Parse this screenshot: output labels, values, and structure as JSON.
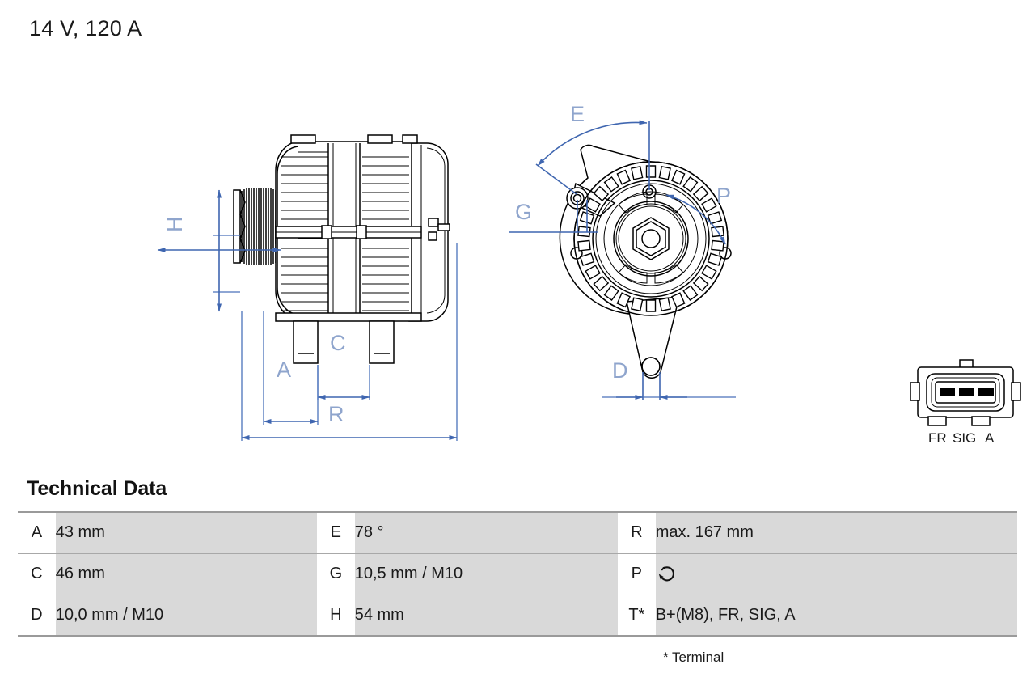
{
  "product": {
    "title": "14 V, 120 A"
  },
  "technical_data": {
    "heading": "Technical Data",
    "footnote": "* Terminal",
    "rows": [
      {
        "col1_key": "A",
        "col1_value": "43 mm",
        "col2_key": "E",
        "col2_value": "78 °",
        "col3_key": "R",
        "col3_value": "max. 167 mm"
      },
      {
        "col1_key": "C",
        "col1_value": "46 mm",
        "col2_key": "G",
        "col2_value": "10,5 mm / M10",
        "col3_key": "P",
        "col3_value": ""
      },
      {
        "col1_key": "D",
        "col1_value": "10,0 mm / M10",
        "col2_key": "H",
        "col2_value": "54 mm",
        "col3_key": "T*",
        "col3_value": "B+(M8), FR, SIG, A"
      }
    ]
  },
  "drawing": {
    "side_view": {
      "dimension_labels": {
        "H": "H",
        "C": "C",
        "A": "A",
        "R": "R"
      }
    },
    "front_view": {
      "dimension_labels": {
        "E": "E",
        "G": "G",
        "P": "P",
        "D": "D"
      }
    },
    "connector": {
      "pins": [
        "FR",
        "SIG",
        "A"
      ]
    }
  },
  "colors": {
    "dimension_line": "#3f66b0",
    "dimension_label": "#8fa5cd",
    "table_value_bg": "#d9d9d9",
    "table_border": "#a8a8a8",
    "text": "#1a1a1a"
  }
}
